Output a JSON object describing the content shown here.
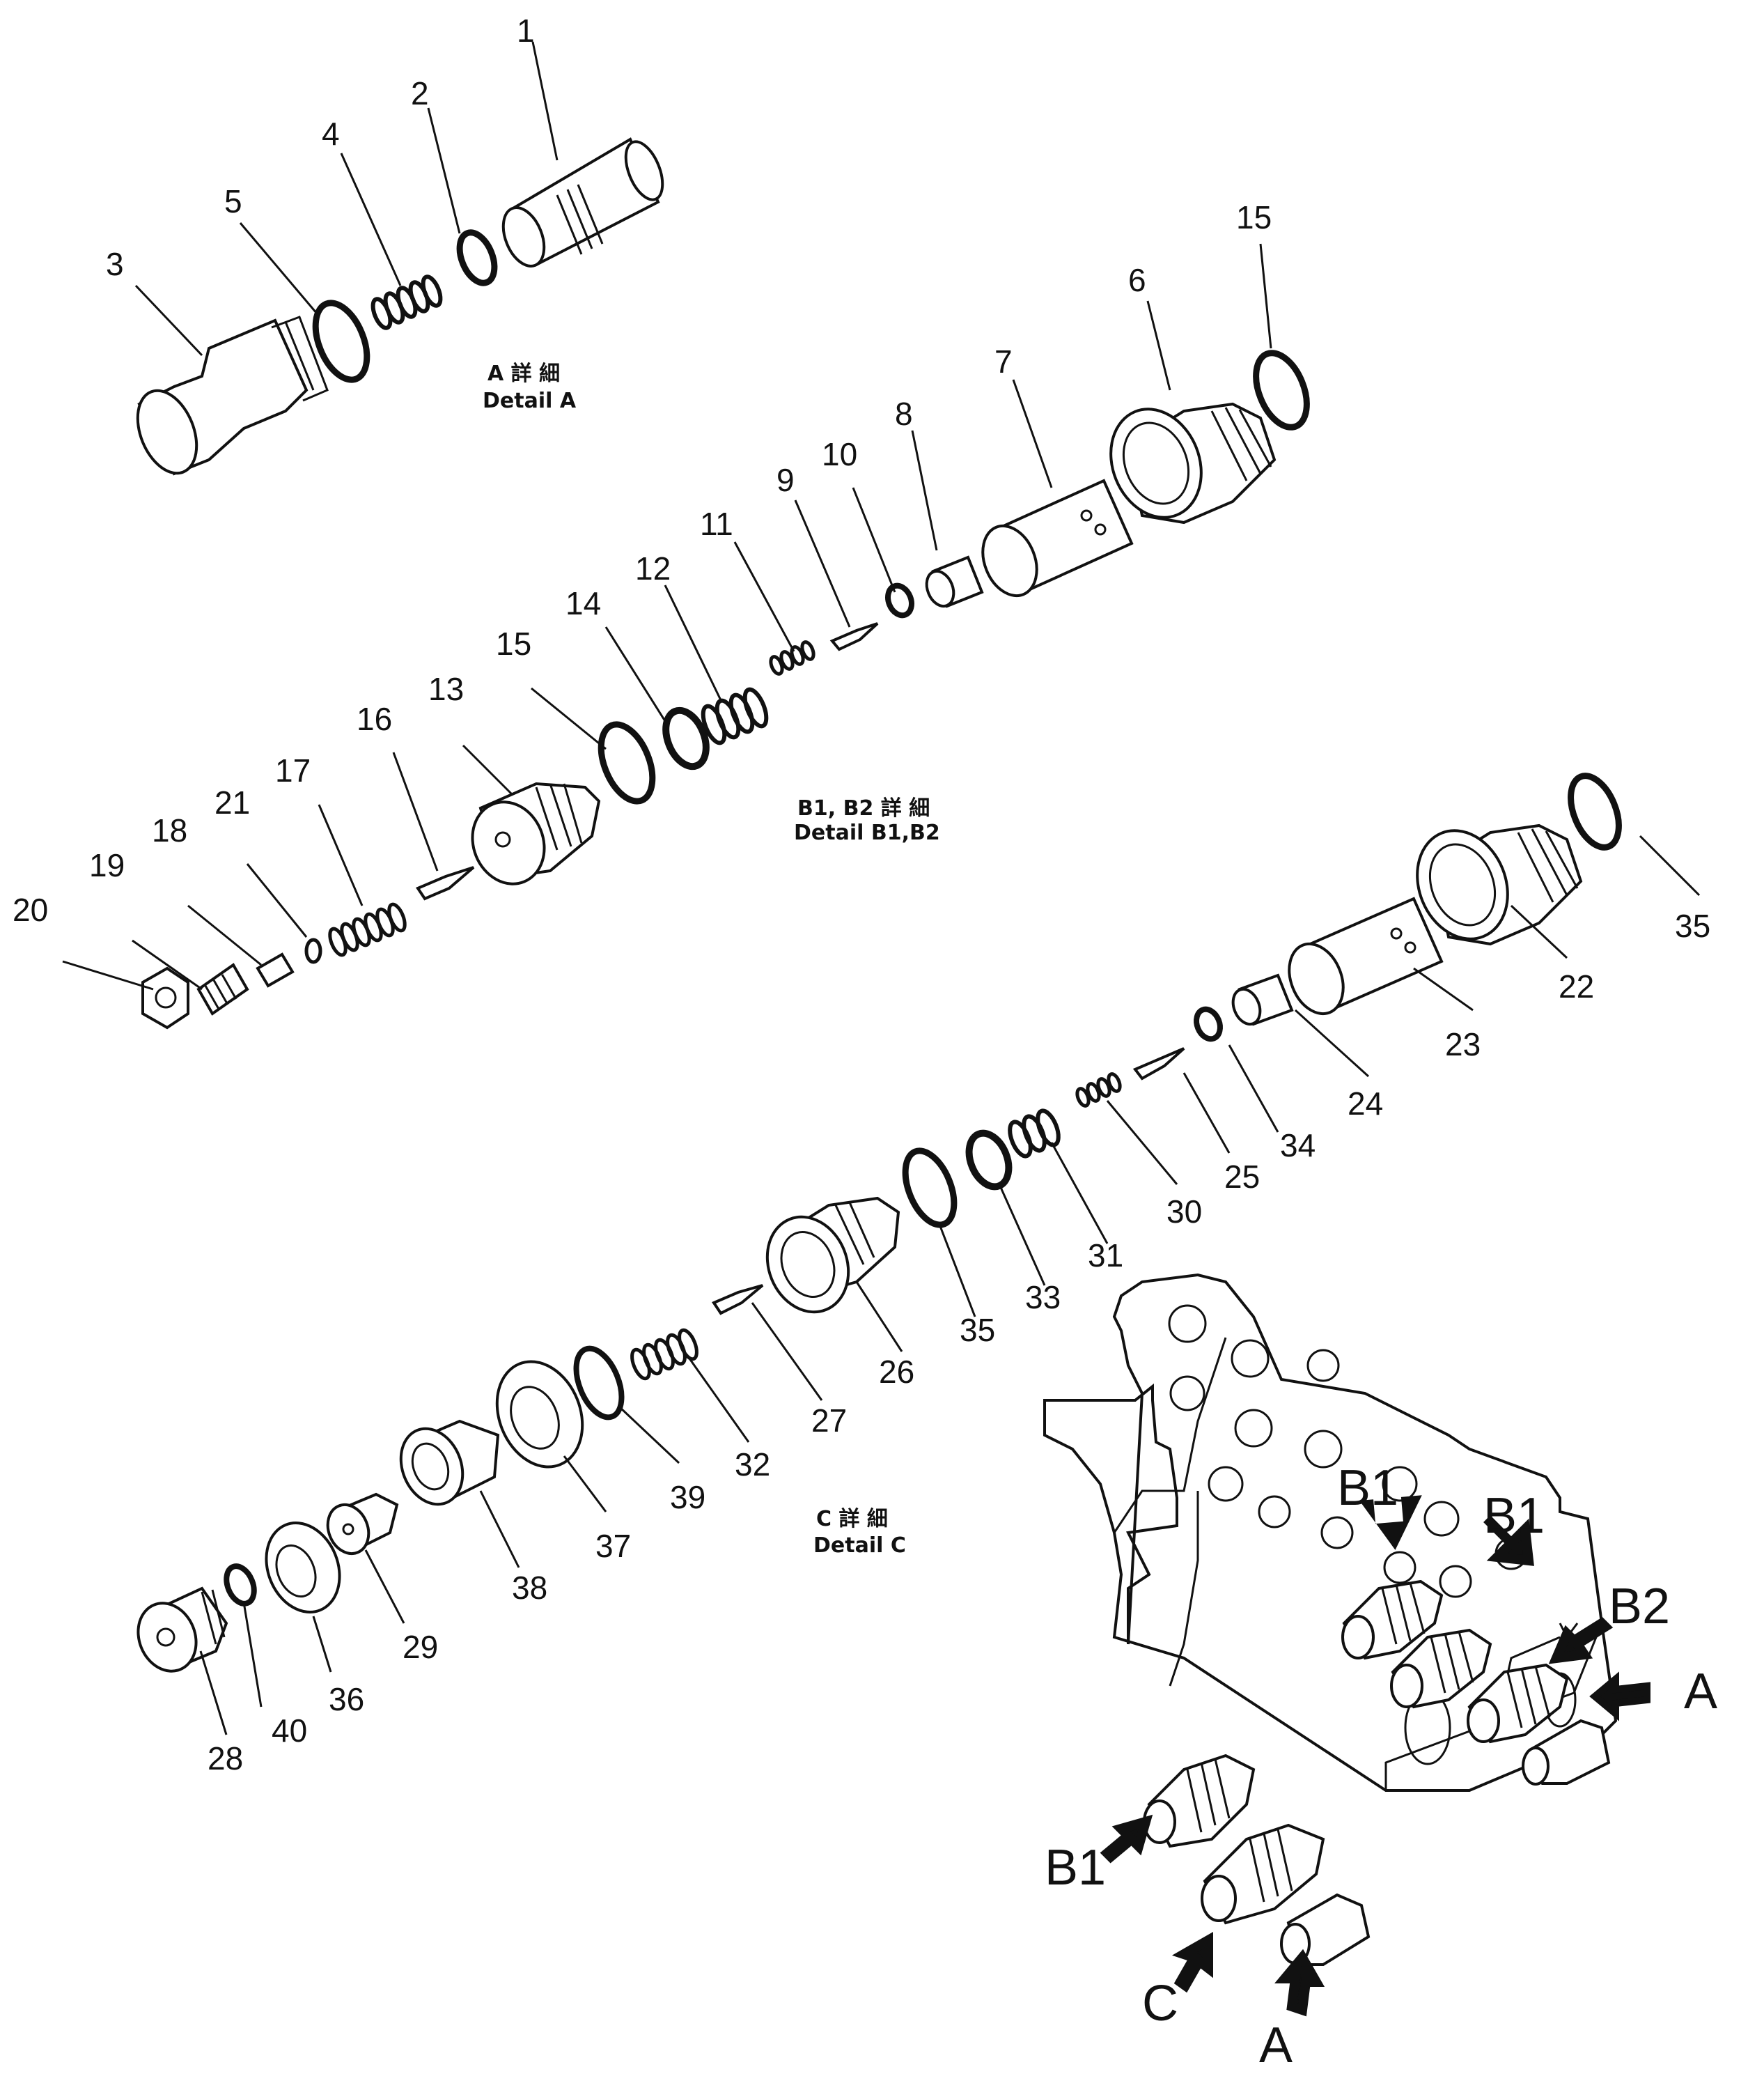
{
  "details": [
    {
      "id": "A",
      "caption_jp": "A 詳 細",
      "caption_en": "Detail A"
    },
    {
      "id": "B",
      "caption_jp": "B1, B2 詳 細",
      "caption_en": "Detail B1,B2"
    },
    {
      "id": "C",
      "caption_jp": "C 詳 細",
      "caption_en": "Detail C"
    }
  ],
  "part_numbers": [
    "1",
    "2",
    "3",
    "4",
    "5",
    "6",
    "7",
    "8",
    "9",
    "10",
    "11",
    "12",
    "13",
    "14",
    "15",
    "15",
    "16",
    "17",
    "18",
    "19",
    "20",
    "21",
    "22",
    "23",
    "24",
    "25",
    "26",
    "27",
    "28",
    "29",
    "30",
    "31",
    "32",
    "33",
    "34",
    "35",
    "35",
    "36",
    "37",
    "38",
    "39",
    "40"
  ],
  "arrow_labels": [
    "B1",
    "B1",
    "B2",
    "A",
    "B1",
    "C",
    "A"
  ],
  "colors": {
    "ink": "#111111",
    "paper": "#ffffff"
  }
}
